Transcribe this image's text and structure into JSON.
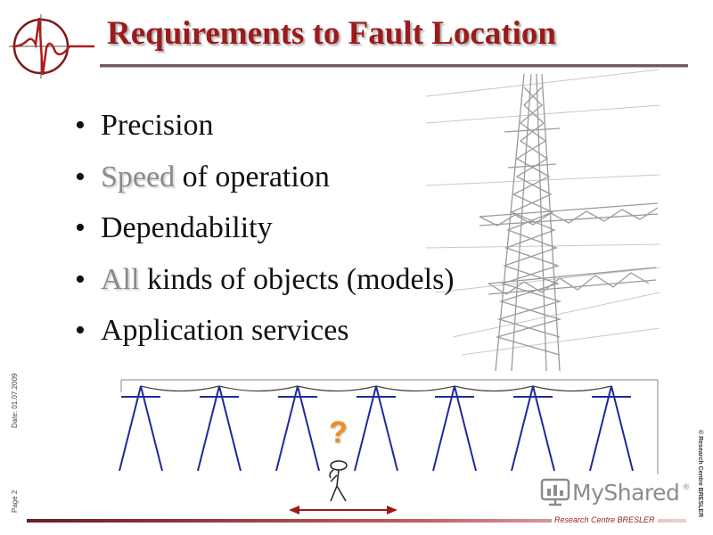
{
  "slide": {
    "title": "Requirements to Fault Location",
    "bullets": [
      {
        "highlight": "",
        "text": "Precision"
      },
      {
        "highlight": "Speed",
        "text": " of operation"
      },
      {
        "highlight": "",
        "text": "Dependability"
      },
      {
        "highlight": "All",
        "text": " kinds of objects (models)"
      },
      {
        "highlight": "",
        "text": "Application services"
      }
    ],
    "bullet_symbol": "•",
    "question_mark": "?",
    "side_date": "Date: 01.07.2009",
    "side_page": "Page 2",
    "side_copyright": "© Research Centre BRESLER",
    "footer": "Research Centre BRESLER",
    "watermark": "MyShared",
    "watermark_reg": "®"
  },
  "colors": {
    "title": "#9b1b1b",
    "logo_circle": "#7a1a1a",
    "tower_lines": "#1e2a9c",
    "arrow": "#9b1b1b",
    "question": "#f28c1e",
    "highlight_text": "#8a8a8a"
  },
  "icons": [
    "bresler-logo-icon",
    "stick-figure-icon",
    "myshared-logo-icon"
  ]
}
